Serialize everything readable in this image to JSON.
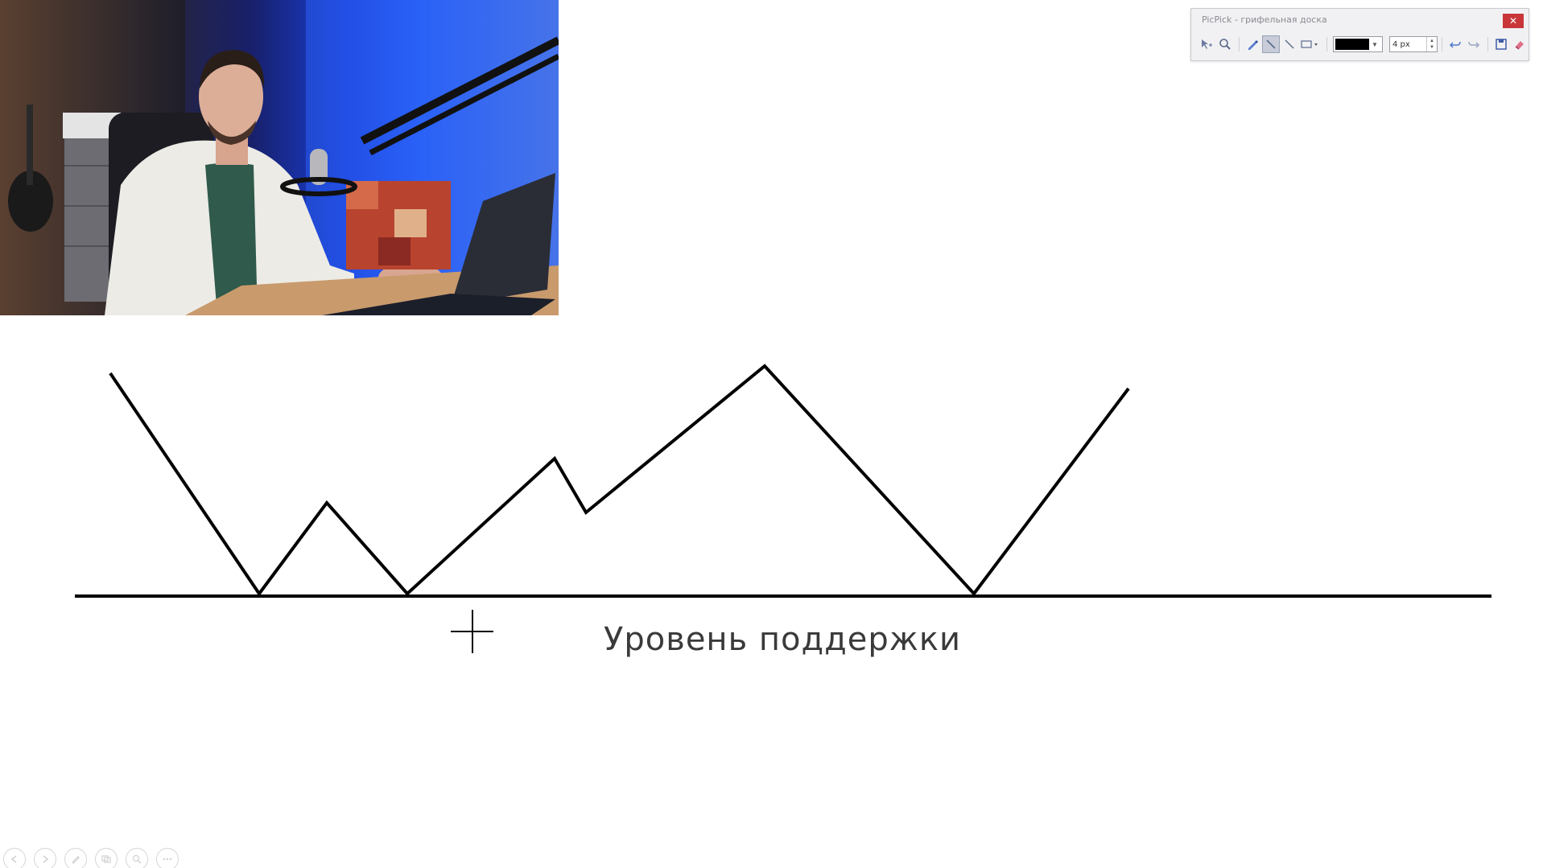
{
  "picpick": {
    "title": "PicPick - грифельная доска",
    "close_glyph": "✕",
    "tools": [
      "select-icon",
      "zoom-icon",
      "pen-icon",
      "marker-icon",
      "line-icon",
      "rectangle-icon",
      "undo-icon",
      "redo-icon",
      "save-icon",
      "eraser-icon"
    ],
    "active_tool": "marker-icon",
    "color": "#000000",
    "size_value": "4 px"
  },
  "board": {
    "label": "Уровень поддержки",
    "stroke_color": "#000000"
  },
  "slide_controls": [
    "previous-icon",
    "next-icon",
    "pen-icon",
    "slides-icon",
    "zoom-icon",
    "more-icon"
  ]
}
